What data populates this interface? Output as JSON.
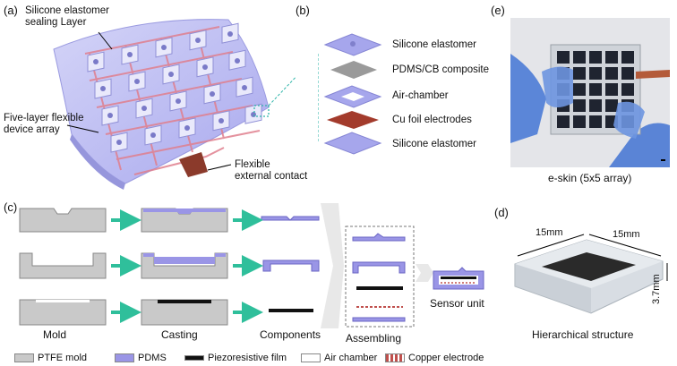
{
  "colors": {
    "elastomer": "#b9b9f0",
    "pdms": "#9a95e6",
    "mold": "#c9c9c9",
    "copper": "#c0504d",
    "arrow": "#2fbf9b",
    "film": "#111111"
  },
  "panel_a": {
    "label": "(a)",
    "top_callout": [
      "Silicone elastomer",
      "sealing Layer"
    ],
    "left_callout": [
      "Five-layer flexible",
      "device array"
    ],
    "bottom_callout": [
      "Flexible",
      "external contact"
    ]
  },
  "panel_b": {
    "label": "(b)",
    "layers": [
      "Silicone elastomer",
      "PDMS/CB composite",
      "Air-chamber",
      "Cu foil electrodes",
      "Silicone elastomer"
    ]
  },
  "panel_c": {
    "label": "(c)",
    "stages": [
      "Mold",
      "Casting",
      "Components",
      "Assembling",
      "Sensor unit"
    ]
  },
  "panel_d": {
    "label": "(d)",
    "dim_1": "15mm",
    "dim_2": "15mm",
    "dim_3": "3.7mm",
    "caption": "Hierarchical structure"
  },
  "panel_e": {
    "label": "(e)",
    "caption": "e-skin (5x5 array)"
  },
  "legend": [
    "PTFE mold",
    "PDMS",
    "Piezoresistive film",
    "Air chamber",
    "Copper electrode"
  ]
}
